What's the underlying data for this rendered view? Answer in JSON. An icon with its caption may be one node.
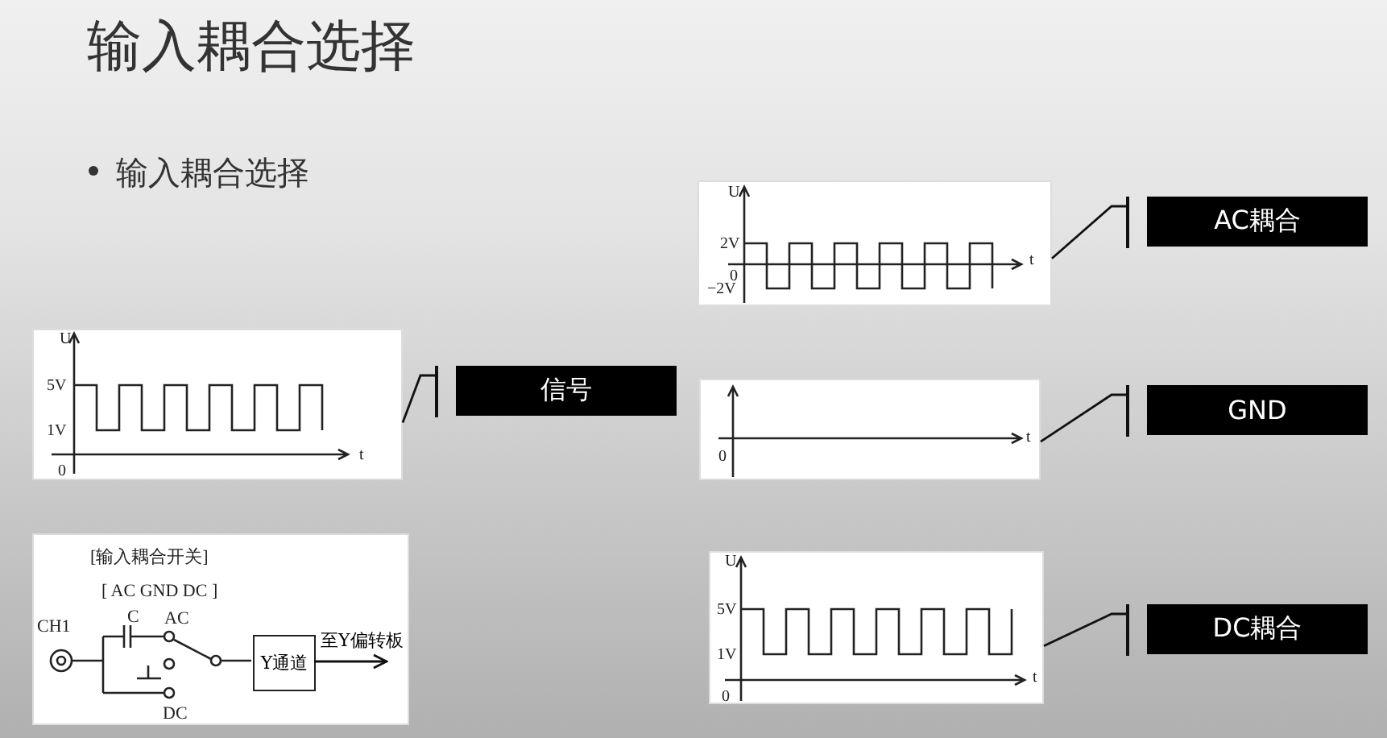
{
  "diagram": {
    "title": "输入耦合选择",
    "nodes": [
      {
        "text": [
          "U",
          "5V",
          "1V",
          "0",
          "t"
        ]
      },
      {
        "text": [
          "信号"
        ]
      },
      {
        "text": [
          "U",
          "2V",
          "0",
          "−2V",
          "t"
        ]
      },
      {
        "text": [
          "AC耦合"
        ]
      },
      {
        "text": [
          "0",
          "t"
        ]
      },
      {
        "text": [
          "GND"
        ]
      },
      {
        "text": [
          "U",
          "5V",
          "1V",
          "0",
          "t"
        ]
      },
      {
        "text": [
          "DC耦合"
        ]
      },
      {
        "text": [
          "[输入耦合开关]",
          "[ AC GND DC ]",
          "CH1",
          "C",
          "AC",
          "DC"
        ]
      },
      {
        "text": [
          "Y通道"
        ],
        "in": 8
      }
    ],
    "edges": [
      {
        "from": 0,
        "to": 1,
        "arrow": "other"
      },
      {
        "from": 2,
        "to": 3,
        "arrow": "other"
      },
      {
        "from": 4,
        "to": 5,
        "arrow": "other"
      },
      {
        "from": 6,
        "to": 7,
        "arrow": "other"
      },
      {
        "from": 9,
        "to": null,
        "arrow": "to",
        "label": "至Y偏转板"
      }
    ],
    "labels": [
      "输入耦合选择"
    ]
  }
}
